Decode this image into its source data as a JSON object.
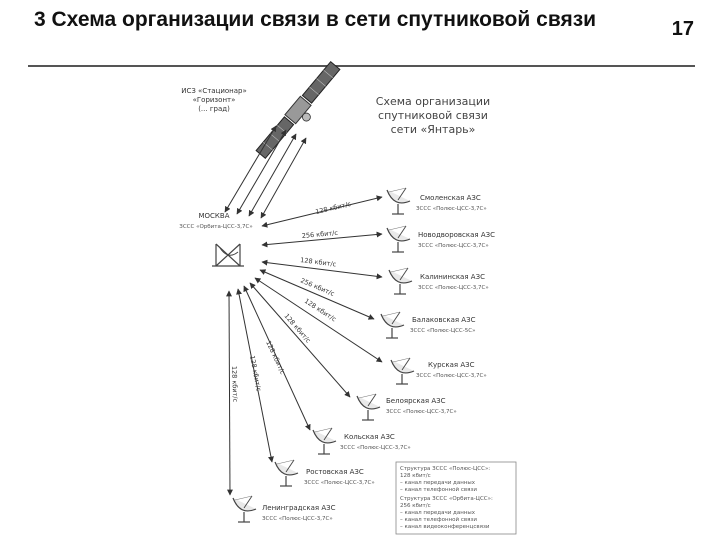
{
  "slide": {
    "title": "3 Схема организации связи в сети спутниковой связи",
    "number": "17"
  },
  "diagram": {
    "heading": [
      "Схема организации",
      "спутниковой связи",
      "сети «Янтарь»"
    ],
    "satellite_label": [
      "ИСЗ «Стационар»",
      "«Горизонт»",
      "(... град)"
    ],
    "hub": {
      "name": "МОСКВА",
      "sub": "ЗССС «Орбита-ЦСС-3,7С»"
    },
    "stations": [
      {
        "name": "Смоленская АЗС",
        "sub": "ЗССС «Полюс-ЦСС-3,7С»"
      },
      {
        "name": "Новодворовская АЗС",
        "sub": "ЗССС «Полюс-ЦСС-3,7С»"
      },
      {
        "name": "Калининская АЗС",
        "sub": "ЗССС «Полюс-ЦСС-3,7С»"
      },
      {
        "name": "Балаковская АЗС",
        "sub": "ЗССС «Полюс-ЦСС-5С»"
      },
      {
        "name": "Курская АЗС",
        "sub": "ЗССС «Полюс-ЦСС-3,7С»"
      },
      {
        "name": "Белоярская АЗС",
        "sub": "ЗССС «Полюс-ЦСС-3,7С»"
      },
      {
        "name": "Кольская АЗС",
        "sub": "ЗССС «Полюс-ЦСС-3,7С»"
      },
      {
        "name": "Ростовская АЗС",
        "sub": "ЗССС «Полюс-ЦСС-3,7С»"
      },
      {
        "name": "Ленинградская АЗС",
        "sub": "ЗССС «Полюс-ЦСС-3,7С»"
      }
    ],
    "rates": [
      "128 кбит/с",
      "256 кбит/с",
      "128 кбит/с",
      "256 кбит/с",
      "128 кбит/с",
      "128 кбит/с",
      "128 кбит/с",
      "128 кбит/с",
      "128 кбит/с"
    ],
    "legend": [
      "Структура ЗССС «Полюс-ЦСС»:",
      "128 кбит/с",
      "– канал передачи данных",
      "– канал телефонной связи",
      "Структура ЗССС «Орбита-ЦСС»:",
      "256 кбит/с",
      "– канал передачи данных",
      "– канал телефонной связи",
      "– канал видеоконференцсвязи"
    ]
  }
}
